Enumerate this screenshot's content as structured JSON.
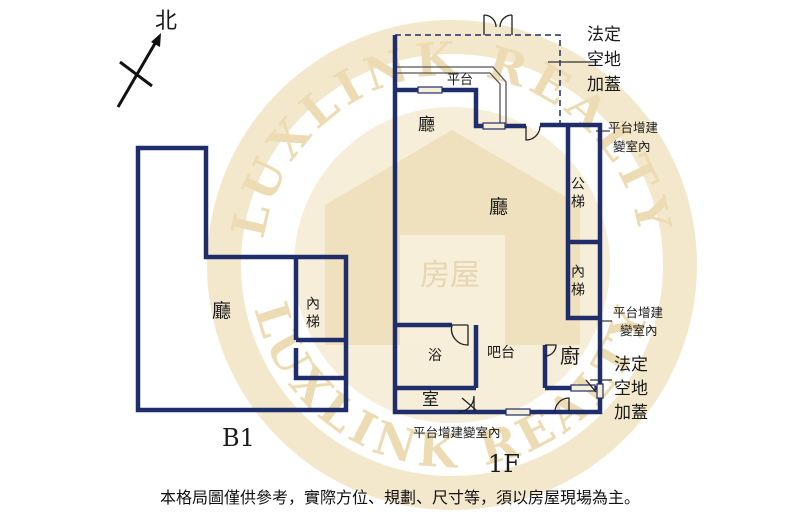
{
  "compass": {
    "label": "北"
  },
  "watermark": {
    "ring_text": "LUXLINK REALTY",
    "brand": "房屋"
  },
  "basement": {
    "level": "B1",
    "rooms": {
      "hall": "廳",
      "stair": "內梯"
    }
  },
  "first_floor": {
    "level": "1F",
    "rooms": {
      "platform": "平台",
      "hall_top": "廳",
      "hall_main": "廳",
      "public_stair": "公梯",
      "inner_stair": "內梯",
      "bath": "浴",
      "bar": "吧台",
      "kitchen": "廚",
      "room": "室"
    },
    "notes": {
      "legal_top": [
        "法定",
        "空地",
        "加蓋"
      ],
      "platform_ext_top": [
        "平台增建",
        "變室內"
      ],
      "platform_ext_mid": [
        "平台增建",
        "變室內"
      ],
      "legal_bottom": [
        "法定",
        "空地",
        "加蓋"
      ],
      "platform_ext_bottom": "平台增建變室內"
    }
  },
  "colors": {
    "wall": "#1f2d6b",
    "watermark": "#f1e4c4",
    "text": "#1a1a1a"
  },
  "disclaimer": "本格局圖僅供參考，實際方位、規劃、尺寸等，須以房屋現場為主。"
}
